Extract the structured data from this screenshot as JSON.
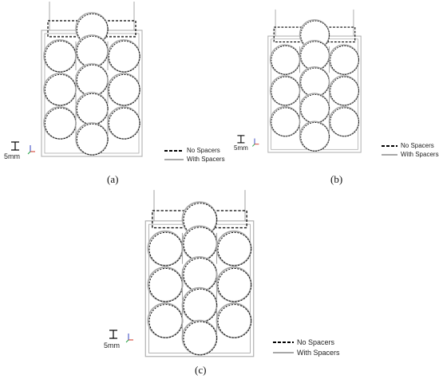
{
  "panels": [
    {
      "id": "a",
      "caption": "(a)",
      "scale_label": "5mm",
      "legend": {
        "dashed": "No Spacers",
        "solid": "With Spacers"
      }
    },
    {
      "id": "b",
      "caption": "(b)",
      "scale_label": "5mm",
      "legend": {
        "dashed": "No Spacers",
        "solid": "With Spacers"
      }
    },
    {
      "id": "c",
      "caption": "(c)",
      "scale_label": "5mm",
      "legend": {
        "dashed": "No Spacers",
        "solid": "With Spacers"
      }
    }
  ],
  "colors": {
    "dashed_line": "#000000",
    "solid_line": "#a8a8a8",
    "axis_z": "#3040c0",
    "axis_x": "#d03020",
    "axis_y": "#20a040"
  }
}
